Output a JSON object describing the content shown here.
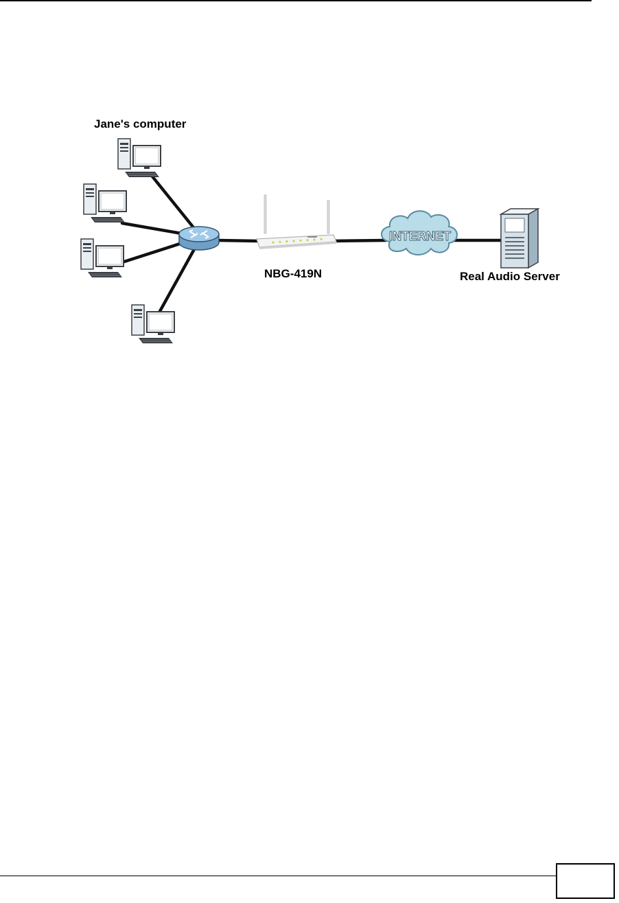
{
  "diagram": {
    "labels": {
      "janes_computer": "Jane's computer",
      "router": "NBG-419N",
      "internet": "INTERNET",
      "server": "Real Audio Server"
    },
    "colors": {
      "link": "#111111",
      "cloud_fill": "#b8dce8",
      "cloud_stroke": "#5a8aa0",
      "switch_fill": "#9fc9e8",
      "device_white": "#ffffff",
      "pc_body": "#e8eef2",
      "pc_dark": "#3a3f44",
      "server_body": "#d6e2ea"
    }
  },
  "footer": {
    "page_number": ""
  }
}
